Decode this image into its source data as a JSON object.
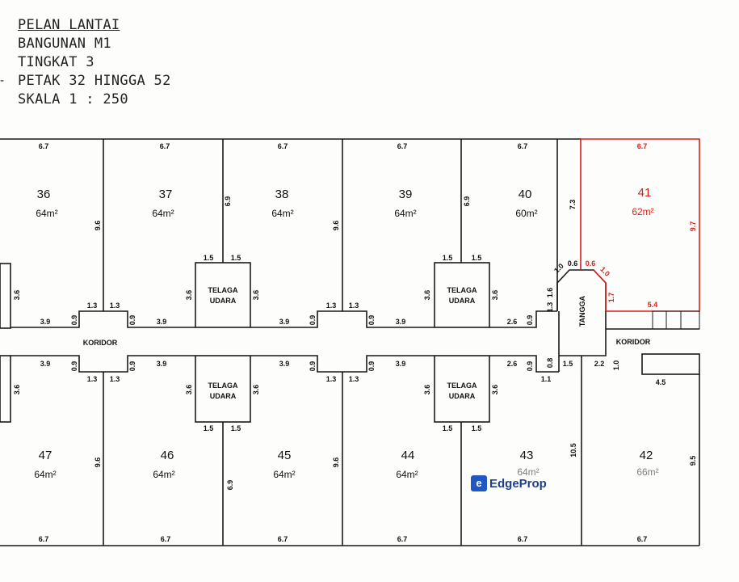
{
  "header": {
    "title": "PELAN LANTAI",
    "building": "BANGUNAN M1",
    "floor": "TINGKAT 3",
    "range": "PETAK 32 HINGGA 52",
    "scale": "SKALA  1 : 250"
  },
  "units": {
    "u36": {
      "num": "36",
      "area": "64m²"
    },
    "u37": {
      "num": "37",
      "area": "64m²"
    },
    "u38": {
      "num": "38",
      "area": "64m²"
    },
    "u39": {
      "num": "39",
      "area": "64m²"
    },
    "u40": {
      "num": "40",
      "area": "60m²"
    },
    "u41": {
      "num": "41",
      "area": "62m²"
    },
    "u47": {
      "num": "47",
      "area": "64m²"
    },
    "u46": {
      "num": "46",
      "area": "64m²"
    },
    "u45": {
      "num": "45",
      "area": "64m²"
    },
    "u44": {
      "num": "44",
      "area": "64m²"
    },
    "u43": {
      "num": "43",
      "area": "64m²"
    },
    "u42": {
      "num": "42",
      "area": "66m²"
    }
  },
  "labels": {
    "corridor": "KORIDOR",
    "well_a": "TELAGA",
    "well_b": "UDARA",
    "stairs": "TANGGA"
  },
  "dims": {
    "w67": "6.7",
    "h96": "9.6",
    "h69": "6.9",
    "h73": "7.3",
    "h97": "9.7",
    "h105": "10.5",
    "h95": "9.5",
    "d15": "1.5",
    "d36": "3.6",
    "d39": "3.9",
    "d13": "1.3",
    "d09": "0.9",
    "d26": "2.6",
    "d16": "1.6",
    "d10": "1.0",
    "d06": "0.6",
    "d17": "1.7",
    "d54": "5.4",
    "d08": "0.8",
    "d11": "1.1",
    "d22": "2.2",
    "d45": "4.5"
  },
  "highlight_color": "#d81e1e",
  "watermark": {
    "brand": "EdgeProp",
    "icon": "edgeprop-logo-icon"
  }
}
